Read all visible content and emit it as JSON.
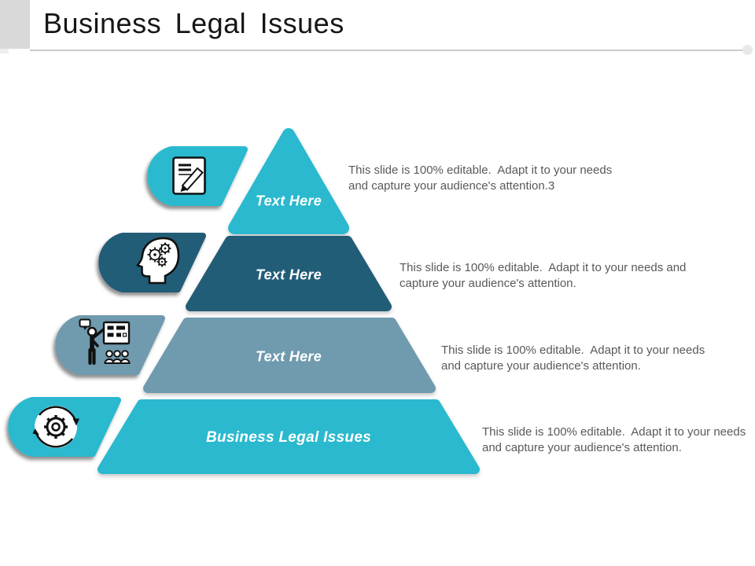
{
  "slide": {
    "title": "Business Legal Issues",
    "colors": {
      "teal": "#2cb9ce",
      "dark_blue": "#215d78",
      "slate_blue": "#6f9aae",
      "desc_text": "#58595b",
      "title_text": "#161616",
      "rule_gray": "#c9cacb",
      "corner_gray": "#d9d9d9"
    },
    "layers": [
      {
        "label": "Text Here",
        "icon": "note-pencil-icon",
        "desc": [
          "This slide is 100% editable.  Adapt it to your needs",
          "and capture your audience's attention.3"
        ]
      },
      {
        "label": "Text Here",
        "icon": "head-gears-icon",
        "desc": [
          "This slide is 100% editable.  Adapt it to your needs and",
          "capture your audience's attention."
        ]
      },
      {
        "label": "Text Here",
        "icon": "presentation-audience-icon",
        "desc": [
          "This slide is 100% editable.  Adapt it to your needs",
          "and capture your audience's attention."
        ]
      },
      {
        "label": "Business Legal Issues",
        "icon": "gear-sync-icon",
        "desc": [
          "This slide is 100% editable.  Adapt it to your needs",
          "and capture your audience's attention."
        ]
      }
    ]
  }
}
